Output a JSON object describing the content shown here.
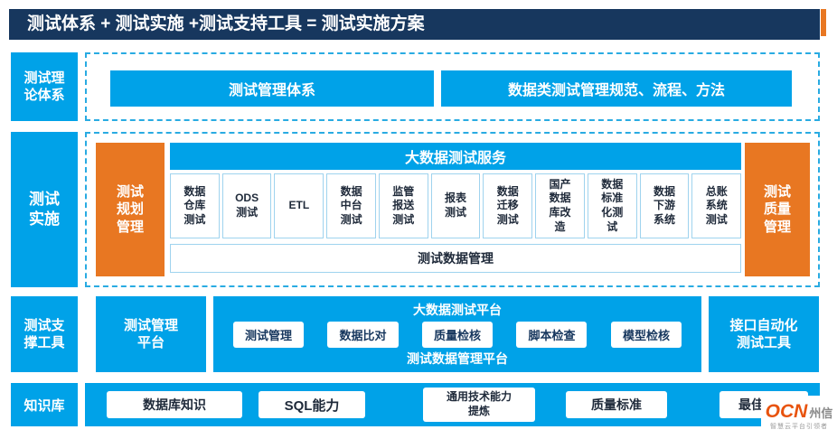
{
  "header": {
    "title": "测试体系 + 测试实施 +测试支持工具 = 测试实施方案"
  },
  "theory": {
    "label": "测试理\n论体系",
    "box1": "测试管理体系",
    "box2": "数据类测试管理规范、流程、方法"
  },
  "implementation": {
    "label": "测试\n实施",
    "planning": "测试\n规划\n管理",
    "quality": "测试\n质量\n管理",
    "service_title": "大数据测试服务",
    "services": [
      "数据\n仓库\n测试",
      "ODS\n测试",
      "ETL",
      "数据\n中台\n测试",
      "监管\n报送\n测试",
      "报表\n测试",
      "数据\n迁移\n测试",
      "国产\n数据\n库改\n造",
      "数据\n标准\n化测\n试",
      "数据\n下游\n系统",
      "总账\n系统\n测试"
    ],
    "data_mgmt": "测试数据管理"
  },
  "tools": {
    "label": "测试支\n撑工具",
    "left_box": "测试管理\n平台",
    "platform_title": "大数据测试平台",
    "buttons": [
      "测试管理",
      "数据比对",
      "质量检核",
      "脚本检查",
      "模型检核"
    ],
    "bottom_bar": "测试数据管理平台",
    "right_box": "接口自动化\n测试工具"
  },
  "knowledge": {
    "label": "知识库",
    "items": [
      "数据库知识",
      "SQL能力",
      "通用技术能力\n提炼",
      "质量标准",
      "最佳实践"
    ]
  },
  "logo": {
    "mark": "OCN",
    "suffix": "州信",
    "tagline": "智慧云平台引领者"
  },
  "colors": {
    "blue": "#00a2e8",
    "orange": "#e87722",
    "navy": "#17375e"
  }
}
